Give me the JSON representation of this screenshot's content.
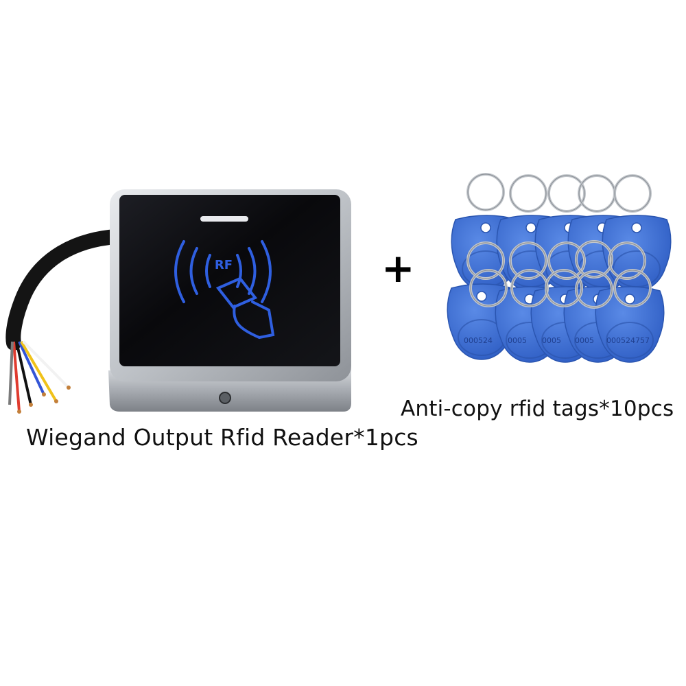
{
  "reader": {
    "caption": "Wiegand Output Rfid Reader*1pcs",
    "logo_text": "RF",
    "accent_color": "#2f5fe0",
    "panel_color": "#0d0d10",
    "frame_color": "#c9ccd1"
  },
  "separator": {
    "symbol": "+"
  },
  "tags": {
    "caption": "Anti-copy rfid tags*10pcs",
    "tag_color": "#3f73d8",
    "printed_codes": [
      "000524",
      "0005",
      "0005",
      "0005",
      "000524757"
    ]
  }
}
